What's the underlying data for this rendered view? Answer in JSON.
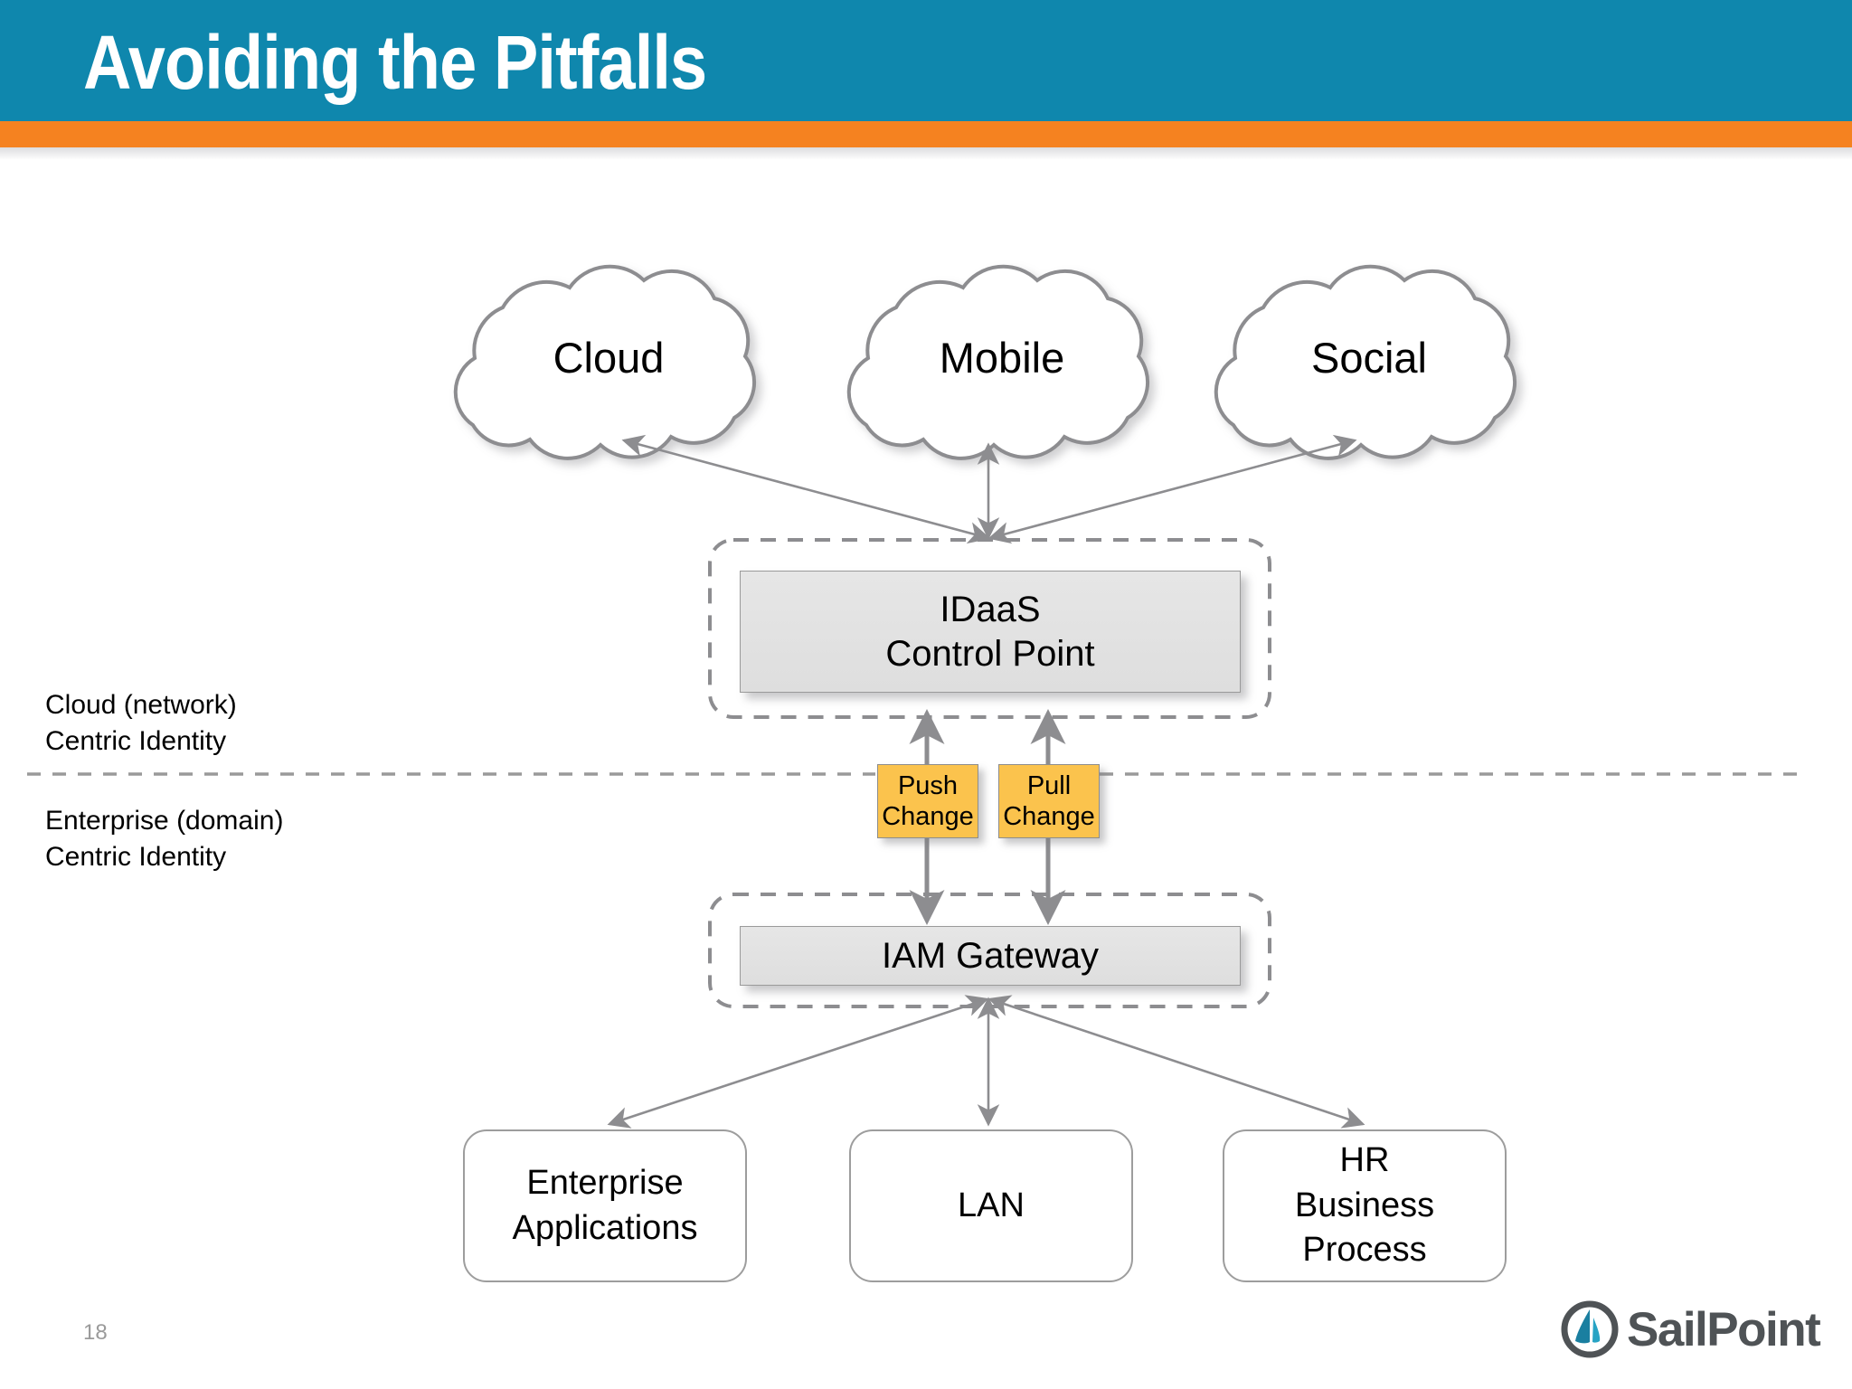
{
  "slide": {
    "title": "Avoiding the Pitfalls",
    "page_number": "18",
    "header_color": "#0f87ad",
    "accent_color": "#f58220"
  },
  "clouds": [
    {
      "label": "Cloud",
      "icon": "cloud-icon"
    },
    {
      "label": "Mobile",
      "icon": "cloud-icon"
    },
    {
      "label": "Social",
      "icon": "cloud-icon"
    }
  ],
  "control_point": {
    "line1": "IDaaS",
    "line2": "Control Point",
    "fill": "#e0e0e0"
  },
  "gateway": {
    "label": "IAM Gateway",
    "fill": "#e0e0e0"
  },
  "change_boxes": [
    {
      "line1": "Push",
      "line2": "Change",
      "fill": "#fbc34d"
    },
    {
      "line1": "Pull",
      "line2": "Change",
      "fill": "#fbc34d"
    }
  ],
  "endpoints": [
    {
      "line1": "Enterprise",
      "line2": "Applications",
      "line3": ""
    },
    {
      "line1": "LAN",
      "line2": "",
      "line3": ""
    },
    {
      "line1": "HR",
      "line2": "Business",
      "line3": "Process"
    }
  ],
  "captions": {
    "cloud_zone": "Cloud (network)\nCentric Identity",
    "enterprise_zone": "Enterprise (domain)\nCentric Identity"
  },
  "divider": {
    "style": "dashed",
    "color": "#9a9a9a"
  },
  "logo": {
    "text": "SailPoint",
    "icon": "sailboat-icon",
    "mark_color": "#1a7fa0",
    "text_color": "#4f5356"
  }
}
